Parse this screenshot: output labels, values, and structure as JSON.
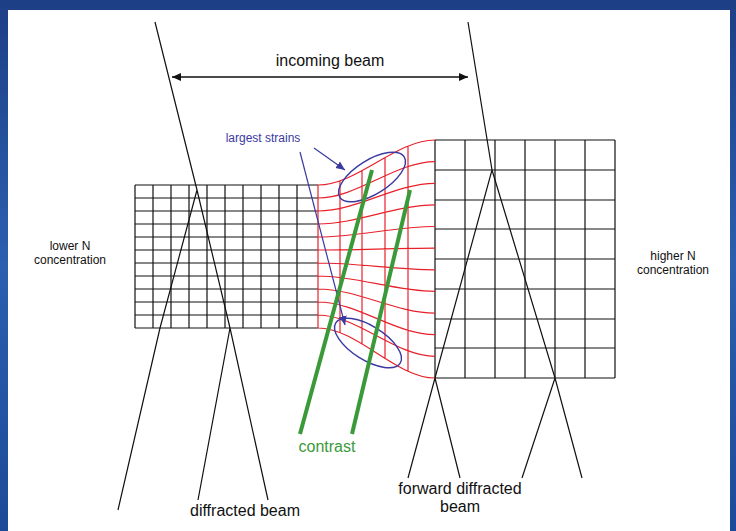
{
  "diagram": {
    "labels": [
      "incoming beam",
      "largest strains",
      "lower N concentration",
      "higher N concentration",
      "contrast",
      "diffracted beam",
      "forward diffracted beam"
    ]
  }
}
